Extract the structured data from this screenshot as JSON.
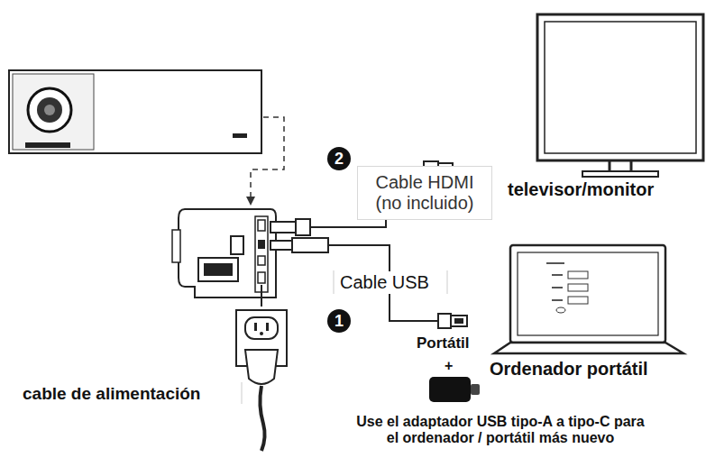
{
  "diagram": {
    "nodes": [
      {
        "text": [
          "Cable HDMI (no incluido)"
        ]
      }
    ],
    "labels": [
      "2",
      "1",
      "televisor/monitor",
      "Cable USB",
      "Portátil",
      "+",
      "Ordenador portátil",
      "cable de alimentación",
      "Use el adaptador USB tipo-A a tipo-C para el ordenador / portátil más nuevo"
    ]
  }
}
